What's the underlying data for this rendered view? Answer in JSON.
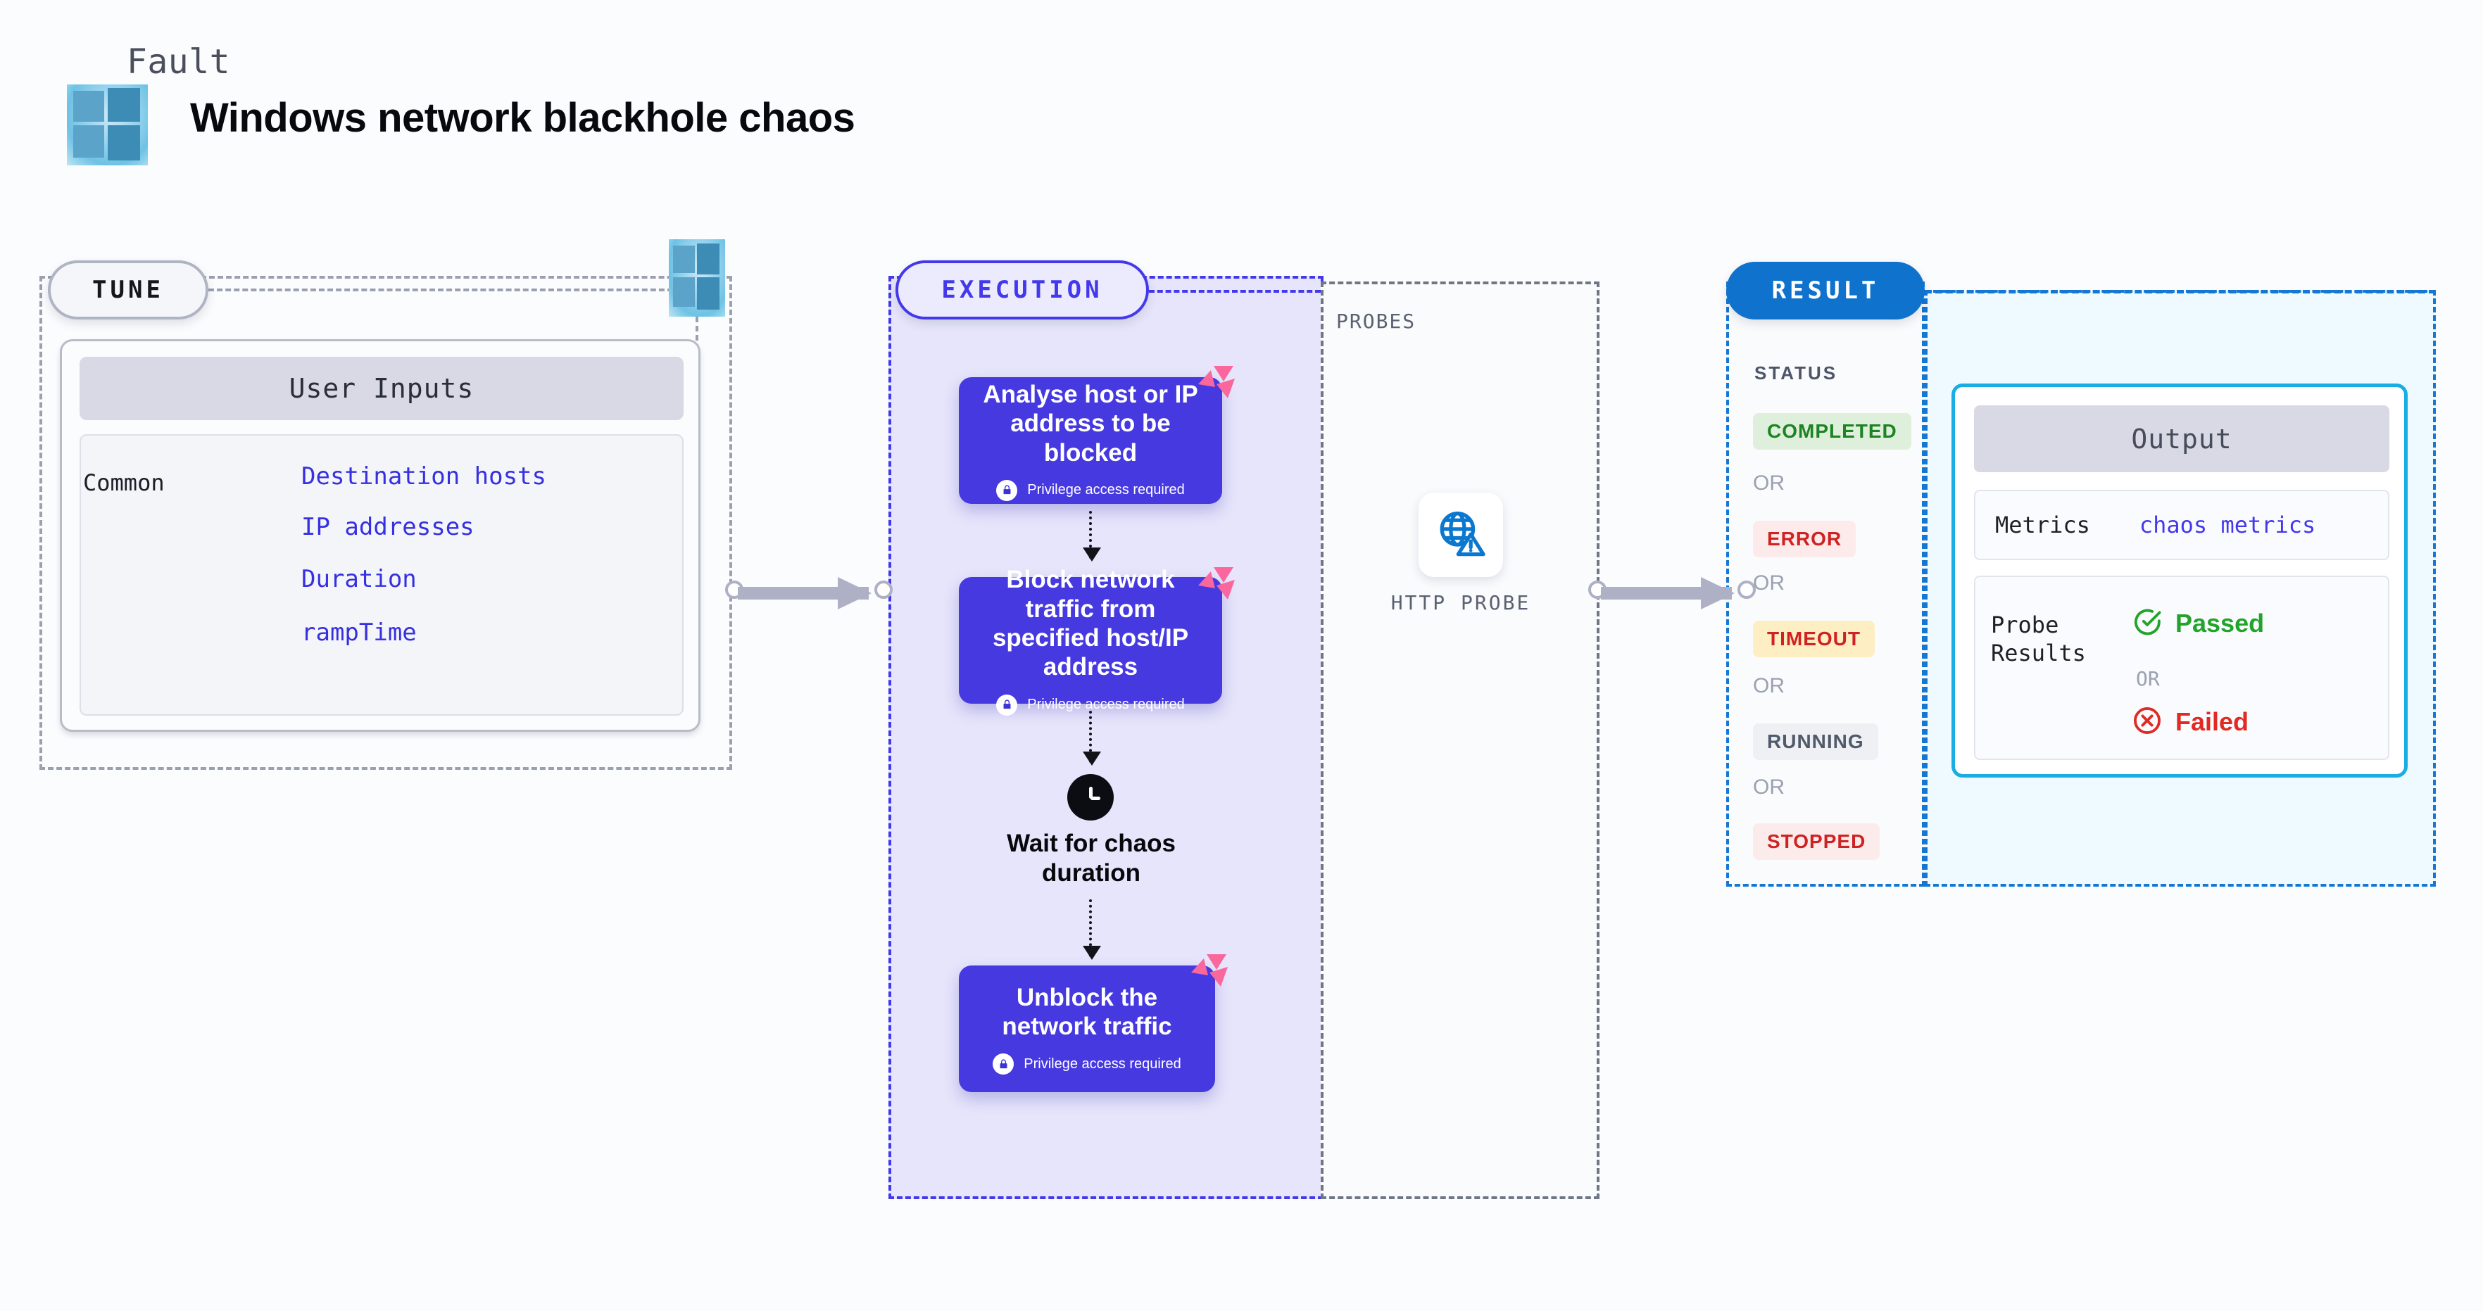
{
  "header": {
    "kicker": "Fault",
    "title": "Windows network blackhole chaos",
    "logo_icon": "windows-logo-icon"
  },
  "tune": {
    "pill_label": "TUNE",
    "logo_icon": "windows-logo-icon",
    "card": {
      "header": "User Inputs",
      "group_label": "Common",
      "params": [
        "Destination hosts",
        "IP addresses",
        "Duration",
        "rampTime"
      ]
    }
  },
  "execution": {
    "pill_label": "EXECUTION",
    "steps": [
      {
        "title": "Analyse host or IP address to be blocked",
        "privilege": "Privilege access required",
        "lock_icon": "lock-icon",
        "badge_icon": "chaos-badge-icon"
      },
      {
        "title": "Block network traffic from specified host/IP address",
        "privilege": "Privilege access required",
        "lock_icon": "lock-icon",
        "badge_icon": "chaos-badge-icon"
      },
      {
        "title": "Unblock the network traffic",
        "privilege": "Privilege access required",
        "lock_icon": "lock-icon",
        "badge_icon": "chaos-badge-icon"
      }
    ],
    "wait": {
      "label": "Wait for chaos duration",
      "icon": "clock-icon"
    }
  },
  "probes": {
    "section_label": "PROBES",
    "items": [
      {
        "name": "HTTP PROBE",
        "icon": "globe-warning-icon"
      }
    ]
  },
  "result": {
    "pill_label": "RESULT",
    "status_label": "STATUS",
    "or_label": "OR",
    "statuses": [
      {
        "label": "COMPLETED",
        "bg": "#deefdb",
        "fg": "#1e8323"
      },
      {
        "label": "ERROR",
        "bg": "#fcebea",
        "fg": "#cf2222"
      },
      {
        "label": "TIMEOUT",
        "bg": "#fdeec4",
        "fg": "#cf2222"
      },
      {
        "label": "RUNNING",
        "bg": "#eef0f4",
        "fg": "#515a6b"
      },
      {
        "label": "STOPPED",
        "bg": "#fbeceb",
        "fg": "#cf2222"
      }
    ],
    "output": {
      "header": "Output",
      "metrics_key": "Metrics",
      "metrics_value": "chaos metrics",
      "probe_results_key": "Probe\nResults",
      "passed": {
        "label": "Passed",
        "icon": "check-circle-icon",
        "color": "#21a429"
      },
      "failed": {
        "label": "Failed",
        "icon": "x-circle-icon",
        "color": "#e02a23"
      },
      "or_label": "OR"
    }
  },
  "colors": {
    "accent_purple": "#4338ea",
    "accent_blue": "#1477d4",
    "accent_cyan": "#18aee4",
    "pink_badge": "#f9679c",
    "neutral_border": "#9aa0ae",
    "page_bg": "#fbfcfe"
  }
}
